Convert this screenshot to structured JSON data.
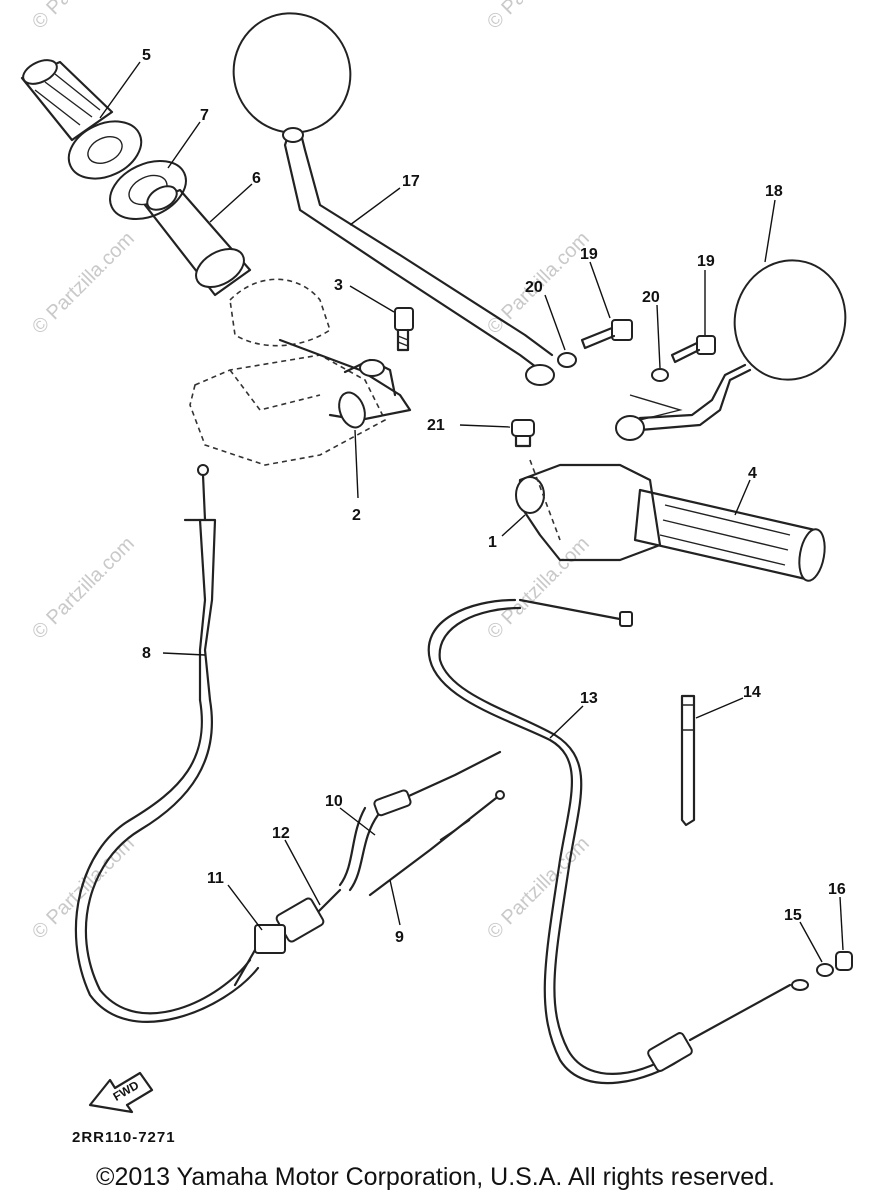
{
  "watermark": "© Partzilla.com",
  "callouts": [
    "5",
    "7",
    "6",
    "17",
    "18",
    "19",
    "19",
    "20",
    "20",
    "3",
    "21",
    "4",
    "1",
    "2",
    "8",
    "13",
    "14",
    "10",
    "12",
    "11",
    "9",
    "15",
    "16"
  ],
  "fwd_label": "FWD",
  "diagram_code": "2RR110-7271",
  "copyright": "©2013 Yamaha Motor Corporation, U.S.A. All rights reserved."
}
